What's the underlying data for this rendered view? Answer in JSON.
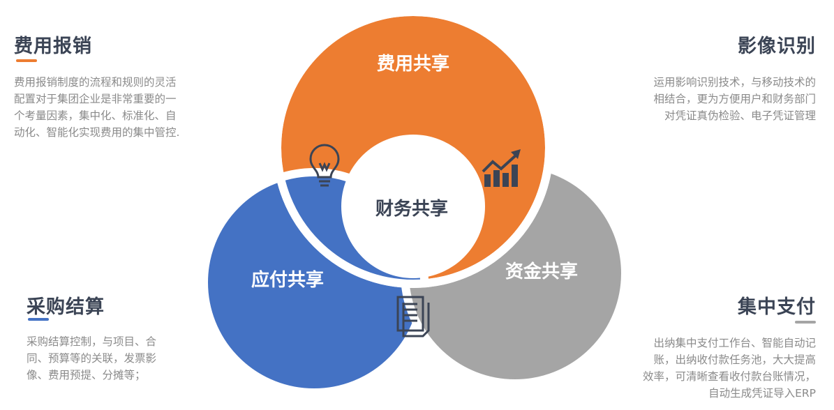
{
  "blocks": {
    "expense": {
      "title": "费用报销",
      "lines": [
        "费用报销制度的流程和规则的灵活",
        "配置对于集团企业是非常重要的一",
        "个考量因素，集中化、标准化、自",
        "动化、智能化实现费用的集中管控."
      ]
    },
    "image": {
      "title": "影像识别",
      "lines": [
        "运用影响识别技术，与移动技术的",
        "相结合，更为方便用户和财务部门",
        "对凭证真伪检验、电子凭证管理"
      ]
    },
    "purchase": {
      "title": "采购结算",
      "lines": [
        "采购结算控制，与项目、合",
        "同、预算等的关联，发票影",
        "像、费用预提、分摊等；"
      ]
    },
    "payment": {
      "title": "集中支付",
      "lines": [
        "出纳集中支付工作台、智能自动记",
        "账，出纳收付款任务池，大大提高",
        "效率，可清晰查看收付款台账情况，",
        "自动生成凭证导入ERP"
      ]
    }
  },
  "diagram": {
    "top": "费用共享",
    "left": "应付共享",
    "right": "资金共享",
    "center": "财务共享",
    "icons": [
      "lightbulb-icon",
      "growth-chart-icon",
      "document-icon"
    ]
  },
  "colors": {
    "orange": "#ed7d31",
    "blue": "#4472c4",
    "gray": "#a5a5a5",
    "dark": "#3b4455",
    "text": "#8a8a8a"
  }
}
